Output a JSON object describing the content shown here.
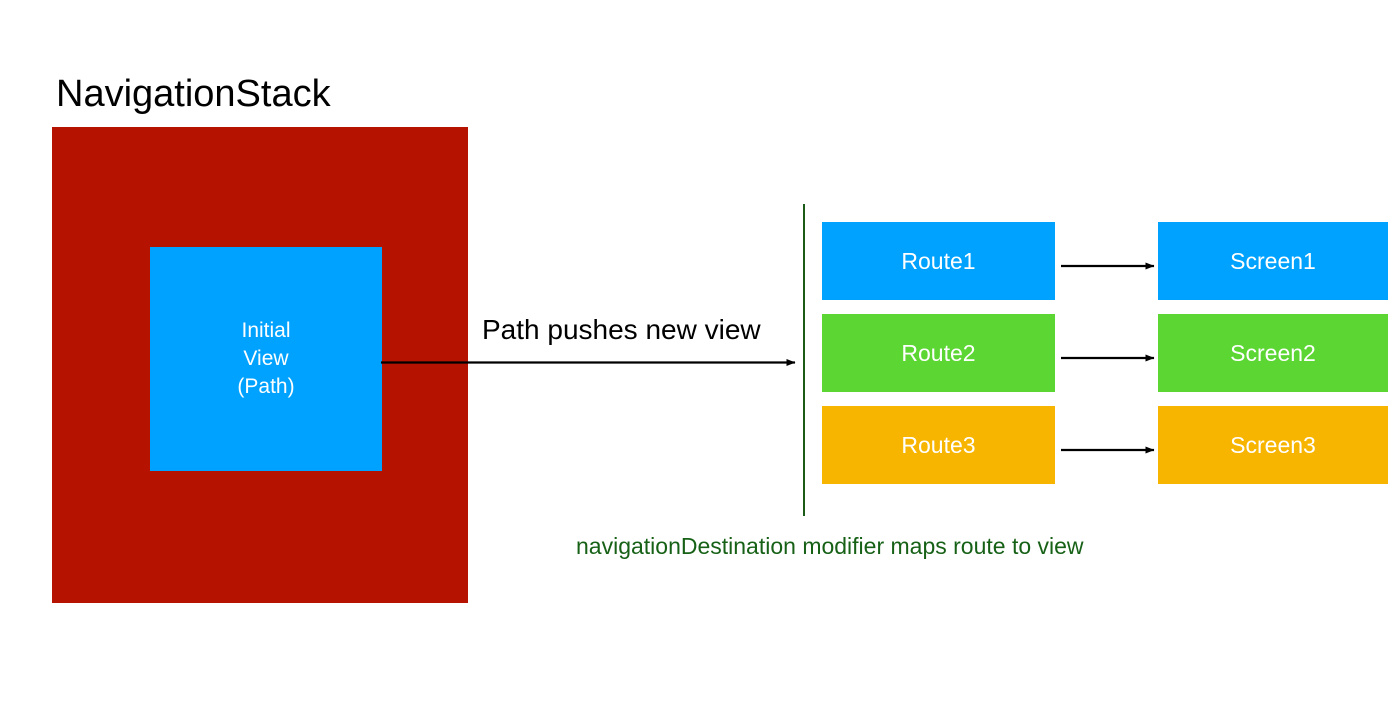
{
  "diagram": {
    "title": "NavigationStack",
    "push_label": "Path pushes new view",
    "caption": "navigationDestination modifier maps route to view",
    "initial_view": {
      "line1": "Initial",
      "line2": "View",
      "line3": "(Path)"
    },
    "mappings": [
      {
        "route": "Route1",
        "screen": "Screen1",
        "color": "#00a2ff"
      },
      {
        "route": "Route2",
        "screen": "Screen2",
        "color": "#5bd632"
      },
      {
        "route": "Route3",
        "screen": "Screen3",
        "color": "#f7b500"
      }
    ],
    "colors": {
      "stack_background": "#b51300",
      "initial_view": "#00a2ff",
      "rail": "#1a5c17",
      "caption_text": "#176117",
      "arrow": "#000000",
      "canvas": "#ffffff",
      "title_text": "#000000",
      "node_text": "#ffffff"
    }
  }
}
